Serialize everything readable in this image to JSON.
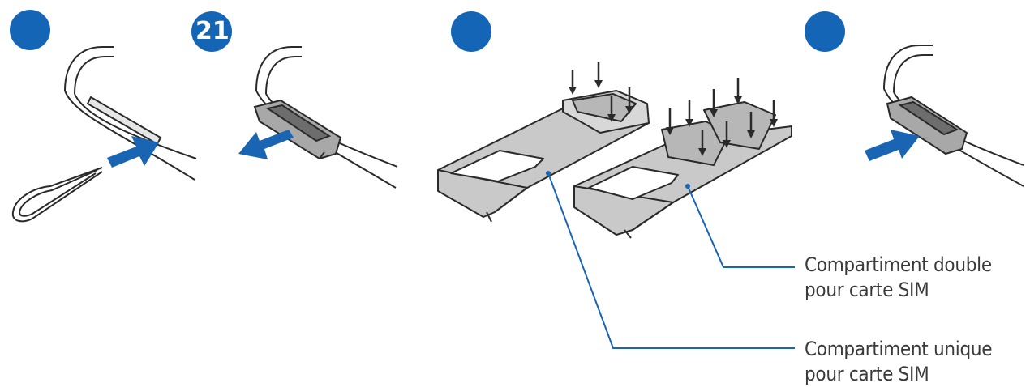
{
  "steps": [
    {
      "label": ""
    },
    {
      "label": "21"
    },
    {
      "label": ""
    },
    {
      "label": ""
    }
  ],
  "callouts": {
    "dual_tray": {
      "line1": "Compartiment double",
      "line2": "pour carte SIM"
    },
    "single_tray": {
      "line1": "Compartiment unique",
      "line2": "pour carte SIM"
    }
  },
  "colors": {
    "badge": "#1565b7",
    "arrow": "#1a64b4",
    "leader_line": "#1a64b4",
    "outline": "#2a2a2a",
    "tray_fill": "#c9c9c9",
    "sim_fill": "#b7b7b7"
  }
}
